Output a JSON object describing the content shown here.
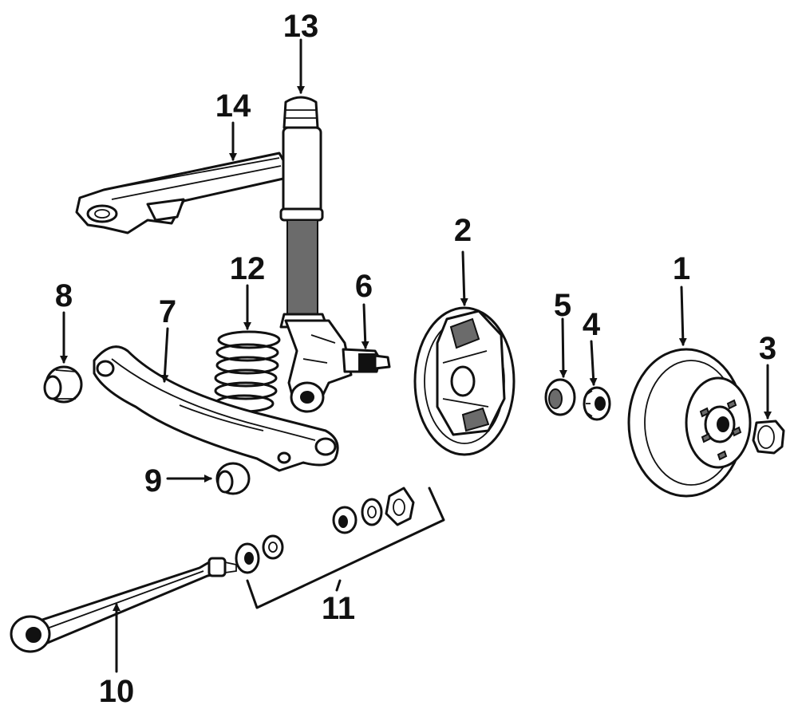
{
  "callouts": {
    "c1": "1",
    "c2": "2",
    "c3": "3",
    "c4": "4",
    "c5": "5",
    "c6": "6",
    "c7": "7",
    "c8": "8",
    "c9": "9",
    "c10": "10",
    "c11": "11",
    "c12": "12",
    "c13": "13",
    "c14": "14"
  },
  "colors": {
    "ink": "#111111",
    "shade": "#6b6b6b",
    "background": "#ffffff"
  }
}
